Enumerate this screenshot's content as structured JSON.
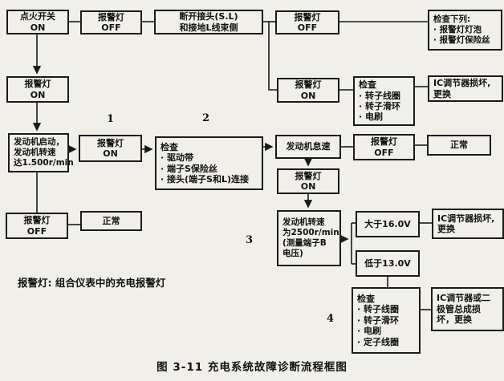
{
  "colors": {
    "background": "#f1efe9",
    "line": "#1a1a1a",
    "text": "#111111"
  },
  "nodes": {
    "ignition": {
      "lines": [
        "点火开关",
        "ON"
      ]
    },
    "warn_off_top": {
      "lines": [
        "报警灯",
        "OFF"
      ]
    },
    "disconnect": {
      "lines": [
        "断开接头(S.L)",
        "和接地L线束侧"
      ]
    },
    "warn_off_tr": {
      "lines": [
        "报警灯",
        "OFF"
      ]
    },
    "check_list": {
      "lines": [
        "检查下列:",
        "· 报警灯灯泡",
        "· 报警灯保险丝"
      ]
    },
    "warn_on_left": {
      "lines": [
        "报警灯",
        "ON"
      ]
    },
    "warn_on_r2": {
      "lines": [
        "报警灯",
        "ON"
      ]
    },
    "check_rotor": {
      "lines": [
        "检查",
        "· 转子线圈",
        "· 转子滑环",
        "· 电刷"
      ]
    },
    "ic_damage_1": {
      "lines": [
        "IC调节器损坏,",
        "更换"
      ]
    },
    "engine_start": {
      "lines": [
        "发动机启动，",
        "发动机转速",
        "达1.500r/min"
      ]
    },
    "warn_on_1": {
      "lines": [
        "报警灯",
        "ON"
      ]
    },
    "check_2": {
      "lines": [
        "检查",
        "· 驱动带",
        "· 端子S保险丝",
        "· 接头(端子S和L)连接"
      ]
    },
    "engine_idle": {
      "lines": [
        "发动机怠速"
      ]
    },
    "warn_off_idle": {
      "lines": [
        "报警灯",
        "OFF"
      ]
    },
    "normal_r": {
      "lines": [
        "正常"
      ]
    },
    "warn_on_mid": {
      "lines": [
        "报警灯",
        "ON"
      ]
    },
    "engine_speed": {
      "lines": [
        "发动机转速",
        "为2500r/min",
        "(测量端子B",
        "电压)"
      ]
    },
    "gt_16v": {
      "lines": [
        "大于16.0V"
      ]
    },
    "ic_damage_2": {
      "lines": [
        "IC调节器损坏,",
        "更换"
      ]
    },
    "lt_13v": {
      "lines": [
        "低于13.0V"
      ]
    },
    "check_4": {
      "lines": [
        "检查",
        "· 转子线圈",
        "· 转子滑环",
        "· 电刷",
        "· 定子线圈"
      ]
    },
    "ic_or_diode": {
      "lines": [
        "IC调节器或二",
        "极管总成损",
        "坏，更换"
      ]
    },
    "warn_off_bl": {
      "lines": [
        "报警灯",
        "OFF"
      ]
    },
    "normal_l": {
      "lines": [
        "正常"
      ]
    }
  },
  "labels": {
    "n1": "1",
    "n2": "2",
    "n3": "3",
    "n4": "4"
  },
  "annotations": {
    "note": "报警灯: 组合仪表中的充电报警灯",
    "caption": "图 3-11  充电系统故障诊断流程框图"
  }
}
